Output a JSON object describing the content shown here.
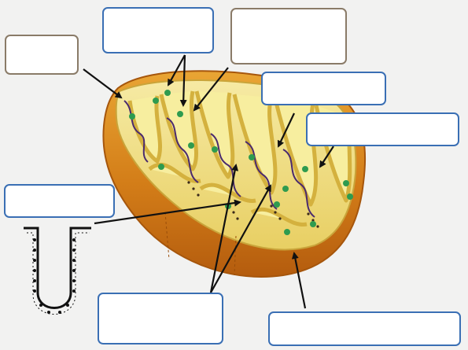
{
  "colors": {
    "background": "#f2f2f1",
    "outer_membrane": "#d9921f",
    "outer_membrane_dark": "#b8620d",
    "inner_membrane": "#e4c85a",
    "matrix": "#f3e79a",
    "dna": "#4a2a6e",
    "ribosome": "#2e9b4f",
    "blue_box_border": "#3a6fb4",
    "brown_box_border": "#8a7b68",
    "arrow": "#111111"
  },
  "labels": [
    {
      "id": "box-1",
      "text": "",
      "style": "brown"
    },
    {
      "id": "box-2",
      "text": "",
      "style": "blue"
    },
    {
      "id": "box-3",
      "text": "",
      "style": "brown"
    },
    {
      "id": "box-4",
      "text": "",
      "style": "blue"
    },
    {
      "id": "box-5",
      "text": "",
      "style": "blue"
    },
    {
      "id": "box-6",
      "text": "",
      "style": "blue"
    },
    {
      "id": "box-7",
      "text": "",
      "style": "blue"
    },
    {
      "id": "box-8",
      "text": "",
      "style": "blue"
    }
  ]
}
